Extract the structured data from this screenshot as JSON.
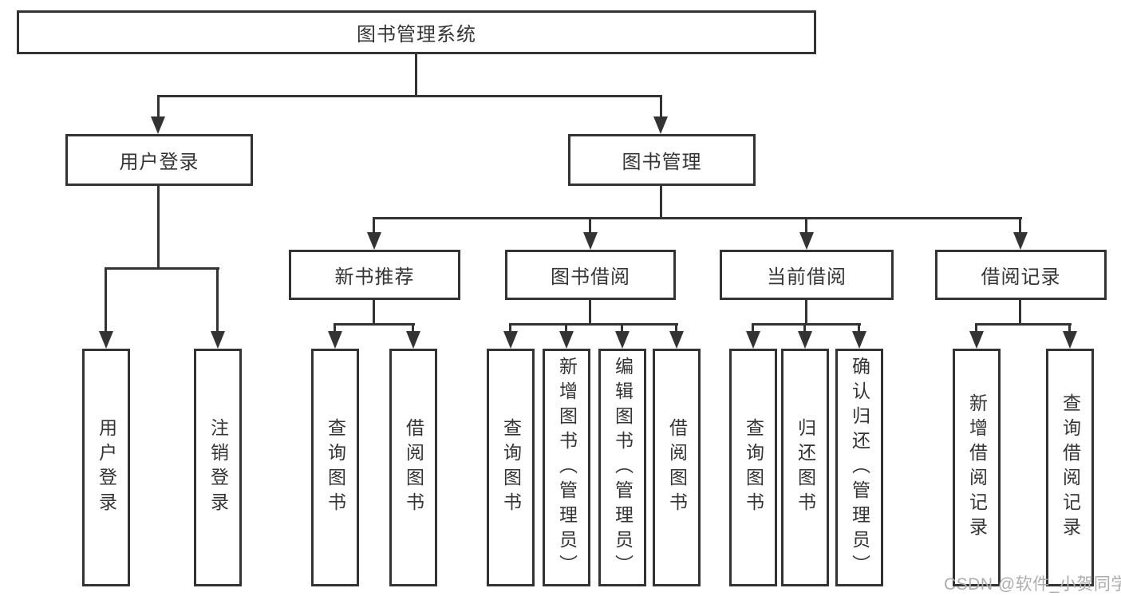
{
  "diagram": {
    "root": {
      "label": "图书管理系统",
      "children": [
        {
          "label": "用户登录",
          "children": [
            {
              "label": "用户登录"
            },
            {
              "label": "注销登录"
            }
          ]
        },
        {
          "label": "图书管理",
          "children": [
            {
              "label": "新书推荐",
              "children": [
                {
                  "label": "查询图书"
                },
                {
                  "label": "借阅图书"
                }
              ]
            },
            {
              "label": "图书借阅",
              "children": [
                {
                  "label": "查询图书"
                },
                {
                  "label": "新增图书（管理员）"
                },
                {
                  "label": "编辑图书（管理员）"
                },
                {
                  "label": "借阅图书"
                }
              ]
            },
            {
              "label": "当前借阅",
              "children": [
                {
                  "label": "查询图书"
                },
                {
                  "label": "归还图书"
                },
                {
                  "label": "确认归还（管理员）"
                }
              ]
            },
            {
              "label": "借阅记录",
              "children": [
                {
                  "label": "新增借阅记录"
                },
                {
                  "label": "查询借阅记录"
                }
              ]
            }
          ]
        }
      ]
    },
    "colors": {
      "line": "#333333",
      "box_border": "#333333",
      "box_background": "#ffffff",
      "text": "#343434",
      "watermark_text": "#adadad",
      "page_background": "#ffffff"
    }
  },
  "watermark": {
    "text": "CSDN @软件_小贺同学"
  }
}
